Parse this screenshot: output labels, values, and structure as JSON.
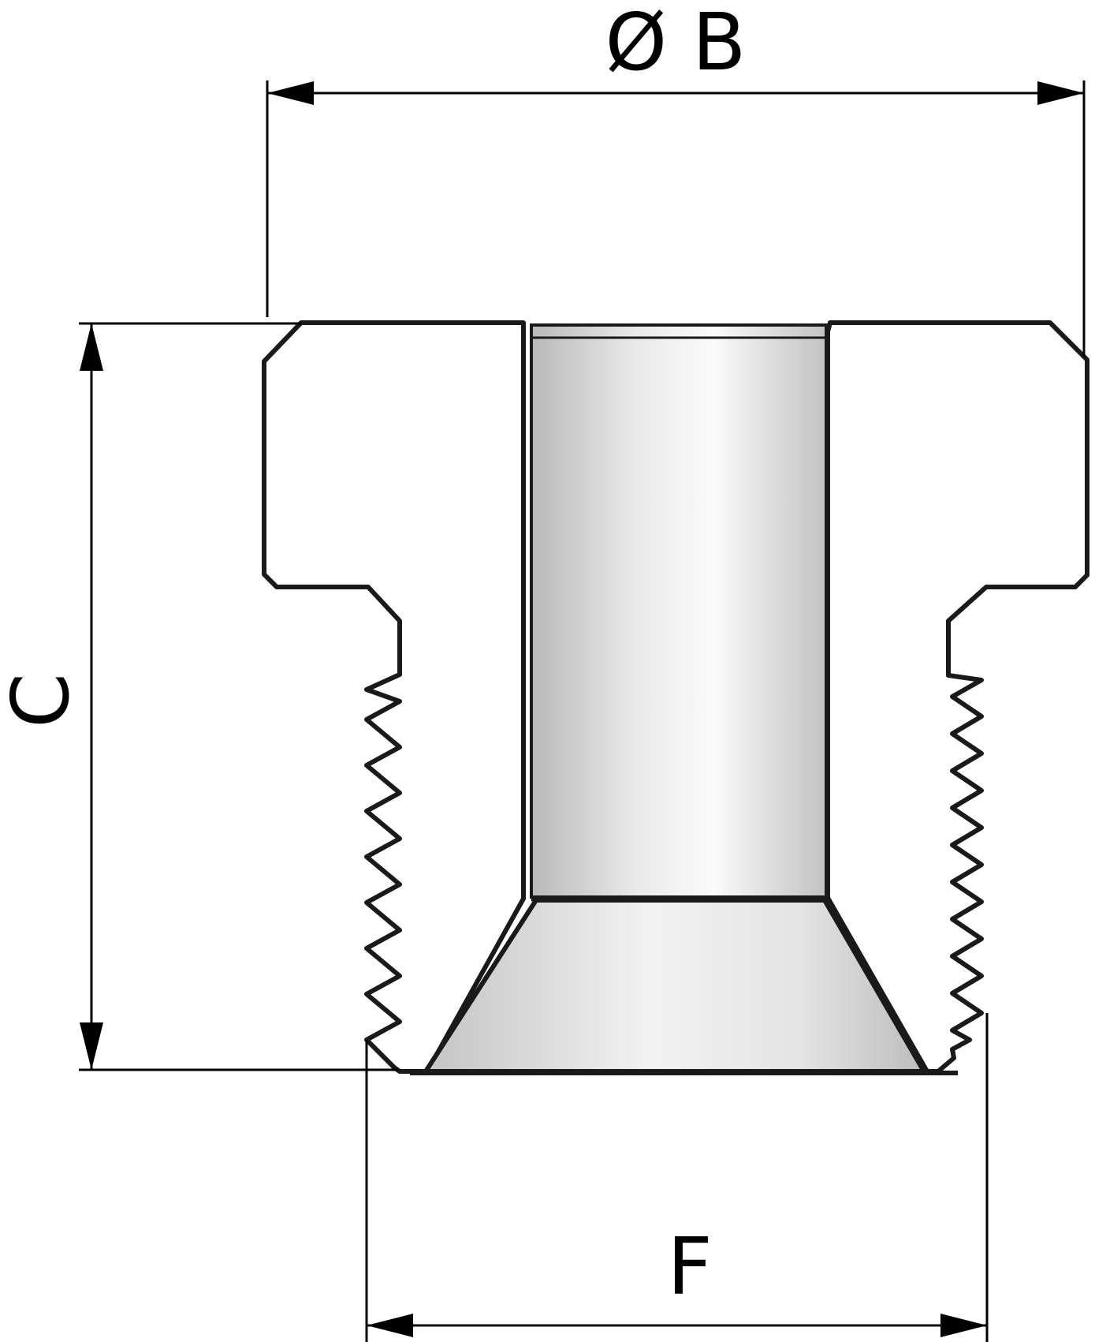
{
  "labels": {
    "diameter_b": "Ø B",
    "length_c": "C",
    "thread_f": "F"
  },
  "colors": {
    "section_fill": "#a9a9a9",
    "outline": "#1a1a1a",
    "bore_light": "#f6f6f6",
    "bore_shade": "#bcbcbc"
  }
}
